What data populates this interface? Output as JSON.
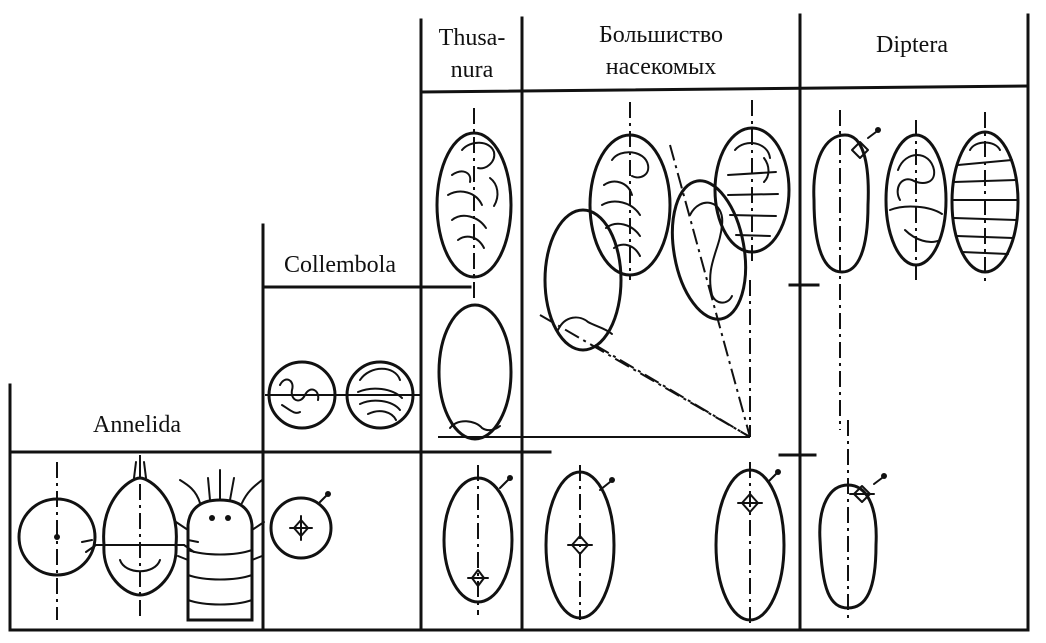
{
  "groups": {
    "annelida": "Annelida",
    "collembola": "Collembola",
    "thysanura_line1": "Thusa-",
    "thysanura_line2": "nura",
    "majority_line1": "Большиство",
    "majority_line2": "насекомых",
    "diptera": "Diptera"
  },
  "icons": {
    "egg": "egg-outline-icon",
    "embryo": "embryo-icon",
    "larva": "larva-icon",
    "worm": "annelid-worm-icon",
    "nucleus": "nucleus-star-icon"
  }
}
